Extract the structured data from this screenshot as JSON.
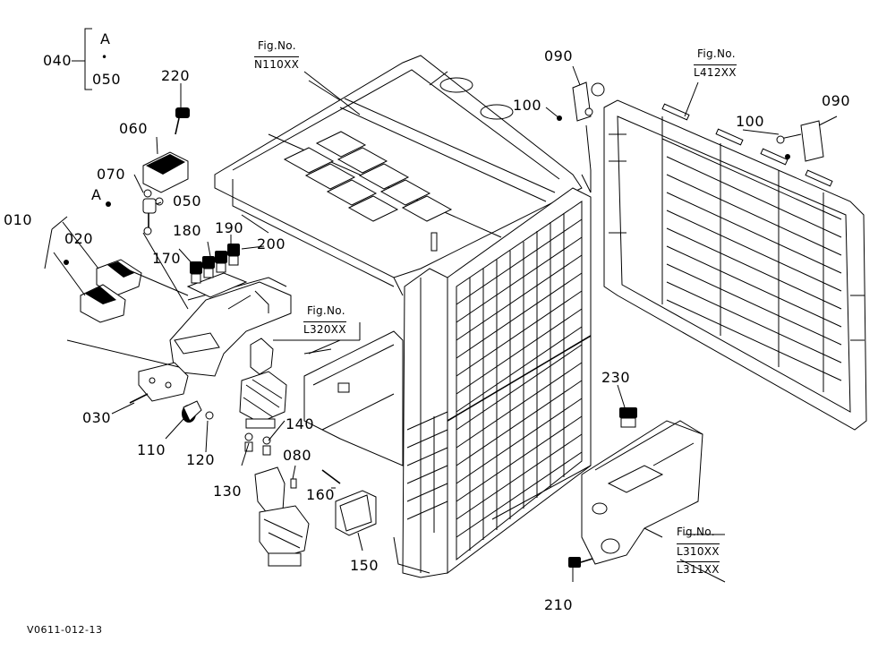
{
  "parts": {
    "p040": "040",
    "pA_top": "A",
    "pDot": "•",
    "p050_top": "050",
    "p220": "220",
    "p060": "060",
    "p070": "070",
    "pA_mid": "A",
    "p050_mid": "050",
    "p010": "010",
    "p020": "020",
    "p180": "180",
    "p190": "190",
    "p170": "170",
    "p200": "200",
    "p030": "030",
    "p110": "110",
    "p120": "120",
    "p140": "140",
    "p130": "130",
    "p080": "080",
    "p160": "160",
    "p150": "150",
    "p090_left": "090",
    "p100_left": "100",
    "p100_right": "100",
    "p090_right": "090",
    "p230": "230",
    "p210": "210"
  },
  "figrefs": {
    "n110_a": "Fig.No.",
    "n110_b": "N110XX",
    "l412_a": "Fig.No.",
    "l412_b": "L412XX",
    "l320_a": "Fig.No.",
    "l320_b": "L320XX",
    "l310_a": "Fig.No.",
    "l310_b": "L310XX",
    "l311": "L311XX"
  },
  "drawing_code": "V0611-012-13"
}
